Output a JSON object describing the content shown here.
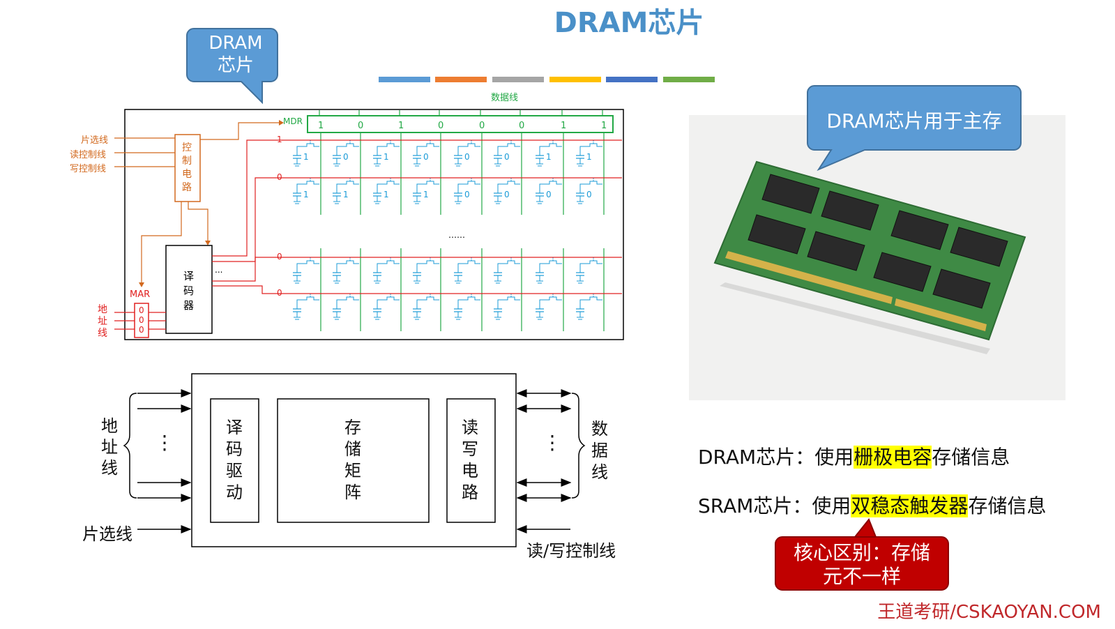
{
  "slide": {
    "title": "DRAM芯片",
    "stripe_colors": [
      "#5b9bd5",
      "#ed7d31",
      "#a5a5a5",
      "#ffc000",
      "#4472c4",
      "#70ad47"
    ],
    "watermark": "王道考研/CSKAOYAN.COM"
  },
  "callouts": {
    "dram_chip": "DRAM\n芯片",
    "dram_main_memory": "DRAM芯片用于主存",
    "core_difference": "核心区别：存储\n元不一样"
  },
  "top_diagram": {
    "data_line_label": "数据线",
    "mdr_label": "MDR",
    "mdr_bits": [
      "1",
      "0",
      "1",
      "0",
      "0",
      "0",
      "1",
      "1"
    ],
    "control_inputs": [
      "片选线",
      "读控制线",
      "写控制线"
    ],
    "control_circuit": "控制电路",
    "decoder": "译码器",
    "mar_label": "MAR",
    "mar_bits": [
      "0",
      "0",
      "0"
    ],
    "address_line_label": "地址线",
    "row_select_values": [
      "1",
      "0",
      "0",
      "0"
    ],
    "row1_cells": [
      "1",
      "0",
      "1",
      "0",
      "0",
      "0",
      "1",
      "1"
    ],
    "row2_cells": [
      "1",
      "1",
      "1",
      "1",
      "0",
      "0",
      "0",
      "0"
    ],
    "ellipsis": "……",
    "decoder_ellipsis": "..."
  },
  "bottom_diagram": {
    "address_line": "地址线",
    "chip_select": "片选线",
    "decoder_driver": "译码驱动",
    "storage_matrix": "存储矩阵",
    "read_write_circuit": "读写电路",
    "data_line": "数据线",
    "rw_control": "读/写控制线",
    "dots": "⋮"
  },
  "comparison": {
    "dram_prefix": "DRAM芯片：使用",
    "dram_highlight": "栅极电容",
    "dram_suffix": "存储信息",
    "sram_prefix": "SRAM芯片：使用",
    "sram_highlight": "双稳态触发器",
    "sram_suffix": "存储信息"
  },
  "photo": {
    "icon": "ram-module-photo"
  }
}
